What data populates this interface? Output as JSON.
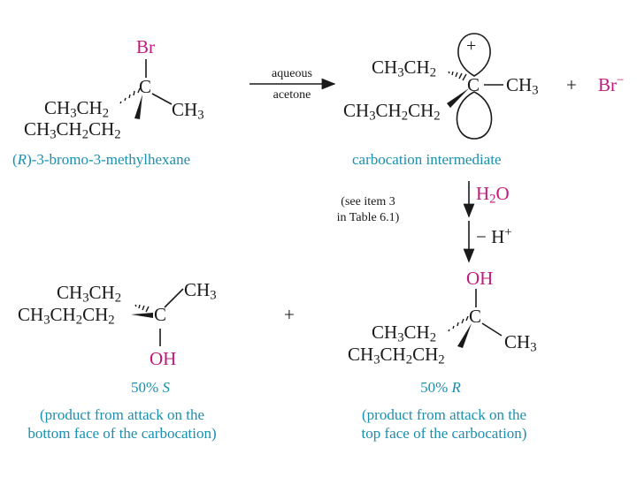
{
  "reactant": {
    "br": "Br",
    "c": "C",
    "ethyl_a": "CH",
    "ethyl_b": "3",
    "ethyl_c": "CH",
    "ethyl_d": "2",
    "methyl_a": "CH",
    "methyl_b": "3",
    "propyl_a": "CH",
    "propyl_b": "3",
    "propyl_c": "CH",
    "propyl_d": "2",
    "propyl_e": "CH",
    "propyl_f": "2",
    "name_r": "R",
    "name_rest": "-3-bromo-3-methylhexane"
  },
  "arrow1": {
    "top": "aqueous",
    "bottom": "acetone"
  },
  "carbocation": {
    "plus_lobe": "+",
    "c": "C",
    "ethyl": "CH3CH2",
    "methyl": "CH3",
    "propyl": "CH3CH2CH2",
    "caption": "carbocation intermediate"
  },
  "side": {
    "plus": "+",
    "br": "Br",
    "minus": "−"
  },
  "arrow2": {
    "reagent_a": "H",
    "reagent_b": "2",
    "reagent_c": "O",
    "note_l1": "(see item 3",
    "note_l2": "in Table 6.1)"
  },
  "arrow3": {
    "reagent_a": "− H",
    "reagent_b": "+"
  },
  "product_s": {
    "ethyl": "CH3CH2",
    "propyl": "CH3CH2CH2",
    "methyl": "CH3",
    "c": "C",
    "oh": "OH",
    "percent": "50% ",
    "config": "S",
    "cap_l1": "(product from attack on the",
    "cap_l2": "bottom face of the carbocation)"
  },
  "plus_mid": "+",
  "product_r": {
    "oh": "OH",
    "c": "C",
    "ethyl": "CH3CH2",
    "methyl": "CH3",
    "propyl": "CH3CH2CH2",
    "percent": "50% ",
    "config": "R",
    "cap_l1": "(product from attack on the",
    "cap_l2": "top face of the carbocation)"
  }
}
